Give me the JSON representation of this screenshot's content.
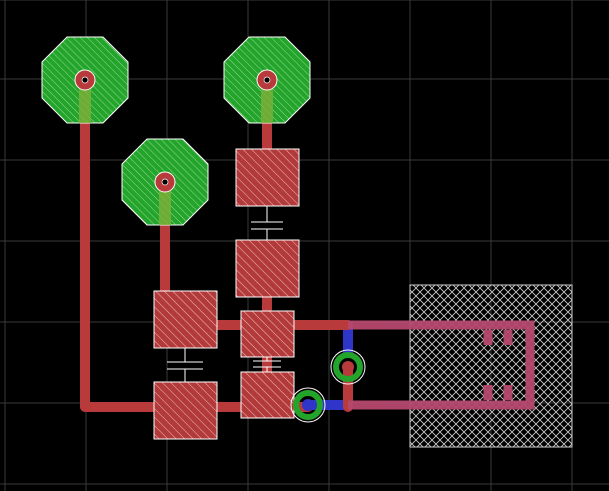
{
  "view": {
    "background": "#000000",
    "grid_color": "#3a3a3a"
  },
  "colors": {
    "top_copper": "#b83a3a",
    "bottom_copper": "#2f35c8",
    "pad_copper": "#b33a3a",
    "pad_hatch": "#f0c0c0",
    "pad_outline": "#ffffff",
    "through_hole_fill": "#22a52a",
    "through_hole_hatch": "#9ad69a",
    "via_ring": "#22a52a",
    "drill": "#b83a3a",
    "silkscreen": "#ffffff",
    "keepout_hatch": "#cfcfcf",
    "merged_trace": "#b5486e"
  },
  "layers": [
    "top-copper",
    "bottom-copper",
    "silkscreen",
    "keepout"
  ],
  "component_count": 7,
  "via_count": 2
}
